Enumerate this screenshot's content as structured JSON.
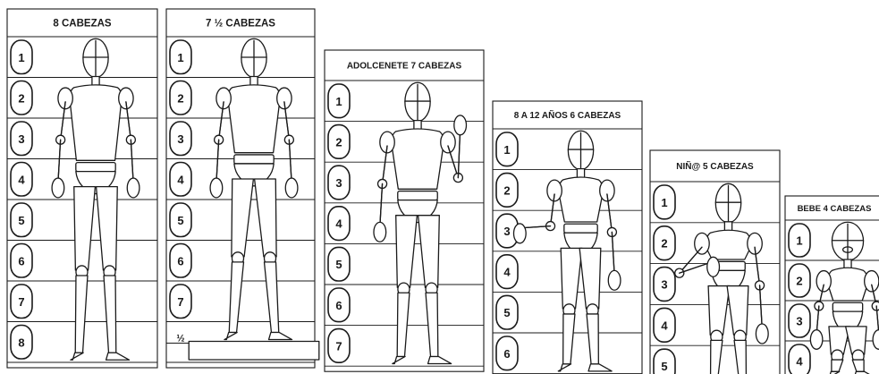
{
  "panels": [
    {
      "id": "adult-8",
      "title": "8 CABEZAS",
      "labels": [
        "1",
        "2",
        "3",
        "4",
        "5",
        "6",
        "7",
        "8"
      ]
    },
    {
      "id": "adult-7-5",
      "title": "7 ½ CABEZAS",
      "labels": [
        "1",
        "2",
        "3",
        "4",
        "5",
        "6",
        "7",
        "½"
      ]
    },
    {
      "id": "teen-7",
      "title": "ADOLCENETE 7 CABEZAS",
      "labels": [
        "1",
        "2",
        "3",
        "4",
        "5",
        "6",
        "7"
      ]
    },
    {
      "id": "child-8-12",
      "title": "8 A 12 AÑOS 6 CABEZAS",
      "labels": [
        "1",
        "2",
        "3",
        "4",
        "5",
        "6"
      ]
    },
    {
      "id": "child-5",
      "title": "NIÑ@ 5 CABEZAS",
      "labels": [
        "1",
        "2",
        "3",
        "4",
        "5"
      ]
    },
    {
      "id": "baby-4",
      "title": "BEBE 4 CABEZAS",
      "labels": [
        "1",
        "2",
        "3",
        "4"
      ]
    }
  ]
}
